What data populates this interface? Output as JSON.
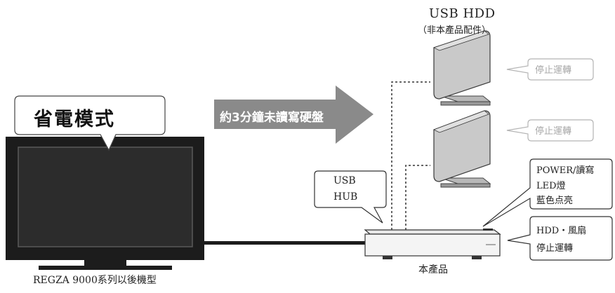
{
  "diagram": {
    "hdd_title": "USB HDD",
    "hdd_note": "（非本產品配件）",
    "tv_mode": "省電模式",
    "arrow_text": "約3分鐘未讀寫硬盤",
    "hdd_status_1": "停止運轉",
    "hdd_status_2": "停止運轉",
    "usb_hub_line1": "USB",
    "usb_hub_line2": "HUB",
    "power_led_line1": "POWER/讀寫",
    "power_led_line2": "LED燈",
    "power_led_line3": "藍色点亮",
    "hdd_fan_line1": "HDD・風扇",
    "hdd_fan_line2": "停止運轉",
    "device_label": "本產品",
    "tv_model": "REGZA 9000系列以後機型"
  },
  "colors": {
    "arrow": "#8a8a8a",
    "hdd_body": "#c9c9c9",
    "tv_body": "#1c1c1c",
    "faded_text": "#a8a8a8"
  }
}
